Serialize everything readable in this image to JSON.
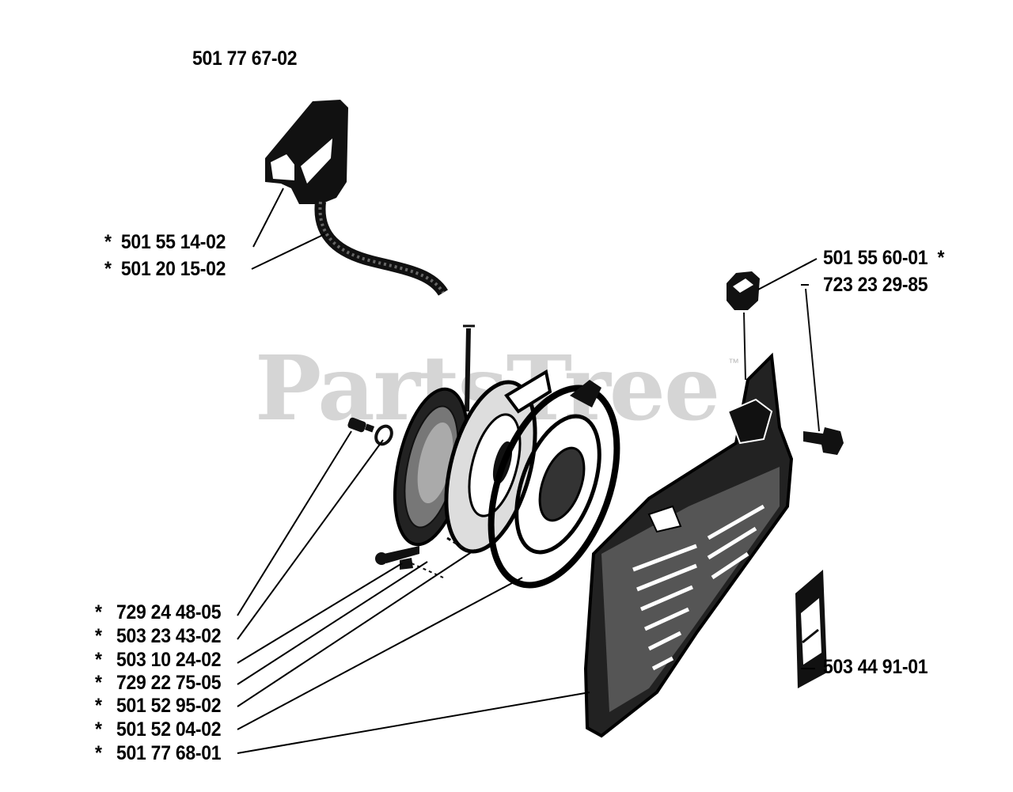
{
  "diagram": {
    "assembly_part": "501 77 67-02",
    "watermark": "PartsTree",
    "watermark_mark": "™",
    "parts_left": [
      {
        "star": "*",
        "number": "501 55 14-02"
      },
      {
        "star": "*",
        "number": "501 20 15-02"
      }
    ],
    "parts_right_top": [
      {
        "number": "501 55 60-01",
        "star": "*"
      },
      {
        "number": "723 23 29-85"
      }
    ],
    "parts_bottom_left": [
      {
        "star": "*",
        "number": "729 24 48-05"
      },
      {
        "star": "*",
        "number": "503 23 43-02"
      },
      {
        "star": "*",
        "number": "503 10 24-02"
      },
      {
        "star": "*",
        "number": "729 22 75-05"
      },
      {
        "star": "*",
        "number": "501 52 95-02"
      },
      {
        "star": "*",
        "number": "501 52 04-02"
      },
      {
        "star": "*",
        "number": "501 77 68-01"
      }
    ],
    "parts_right_bottom": [
      {
        "number": "503 44 91-01"
      }
    ]
  }
}
